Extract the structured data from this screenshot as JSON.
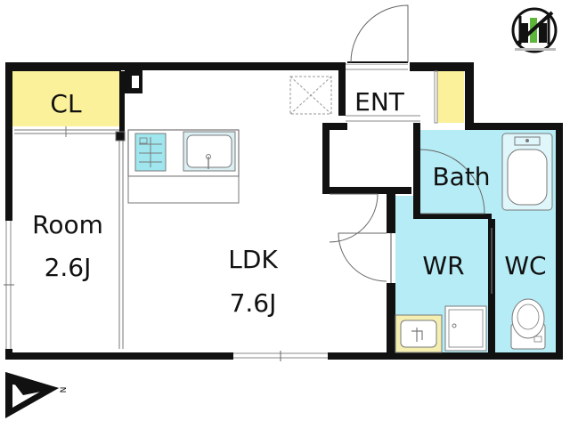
{
  "rooms": {
    "cl": {
      "label": "CL"
    },
    "room": {
      "label": "Room",
      "size": "2.6J"
    },
    "ldk": {
      "label": "LDK",
      "size": "7.6J"
    },
    "ent": {
      "label": "ENT"
    },
    "bath": {
      "label": "Bath"
    },
    "wr": {
      "label": "WR"
    },
    "wc": {
      "label": "WC"
    }
  },
  "compass": {
    "label": "N"
  },
  "colors": {
    "wall": "#111111",
    "closet": "#fbf19a",
    "wet_area": "#b6ecf5",
    "washbasin": "#f4eeb1",
    "fixture": "#8a8a8a",
    "logo_green": "#5db53a"
  },
  "icons": [
    "logo-icon",
    "compass-icon",
    "sink-icon",
    "stove-icon",
    "bathtub-icon",
    "toilet-icon",
    "washbasin-icon",
    "washer-pan-icon"
  ]
}
